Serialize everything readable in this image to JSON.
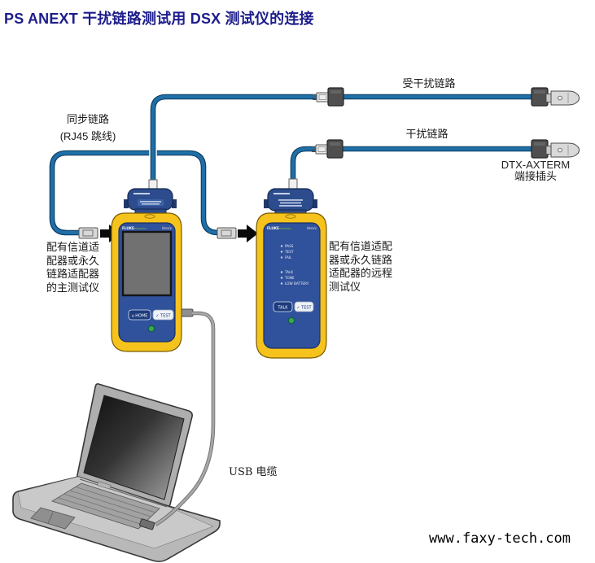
{
  "page": {
    "title": "PS ANEXT 干扰链路测试用 DSX 测试仪的连接",
    "watermark": "www.faxy-tech.com"
  },
  "colors": {
    "title_navy": "#1d1d8c",
    "cable_blue": "#1f6fa8",
    "cable_edge": "#0c3a5c",
    "device_yellow": "#f5c31c",
    "device_face_blue": "#30519b",
    "adapter_blue": "#2d4c8e",
    "connector_gray": "#4f4f4f",
    "usb_gray": "#9a9a9a",
    "label_black": "#1a1a1a"
  },
  "labels": {
    "victim_link": "受干扰链路",
    "interference_link": "干扰链路",
    "dtx_name": "DTX-AXTERM",
    "dtx_desc": "端接插头",
    "sync_link": "同步链路",
    "sync_link_sub": "(RJ45 跳线)",
    "main_tester": "配有信道适\n配器或永久\n链路适配器\n的主测试仪",
    "remote_tester": "配有信道适配\n器或永久链路\n适配器的远程\n测试仪",
    "usb_cable": "USB 电缆"
  },
  "devices": {
    "main": {
      "brand": "FLUKE",
      "brand_suffix": "networks",
      "series": "Versiv",
      "home_button": "⌂ HOME",
      "test_button": "✓ TEST"
    },
    "remote": {
      "brand": "FLUKE",
      "brand_suffix": "networks",
      "series": "Versiv",
      "leds1": [
        "PASS",
        "TEST",
        "FAIL"
      ],
      "leds2": [
        "TALK",
        "TONE",
        "LOW BATTERY"
      ],
      "talk_button": "TALK",
      "test_button": "✓ TEST"
    }
  }
}
